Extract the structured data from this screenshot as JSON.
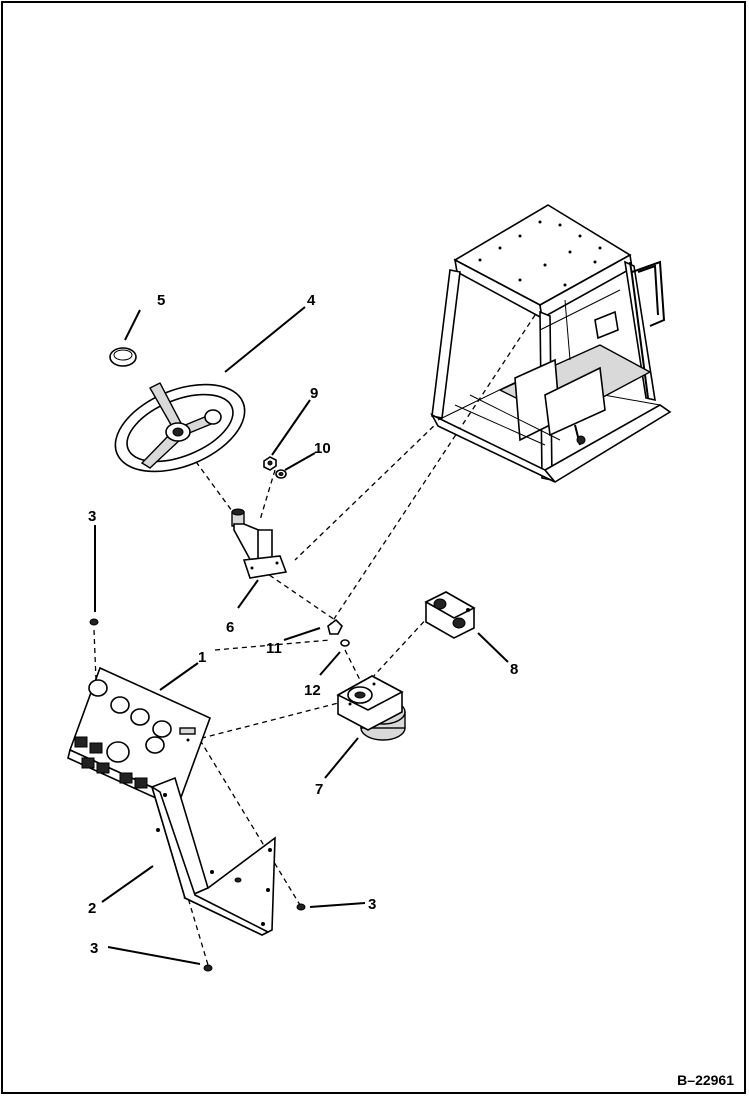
{
  "figure_number": "B–22961",
  "callouts": [
    {
      "id": "c1",
      "label": "1"
    },
    {
      "id": "c2",
      "label": "2"
    },
    {
      "id": "c3a",
      "label": "3"
    },
    {
      "id": "c3b",
      "label": "3"
    },
    {
      "id": "c3c",
      "label": "3"
    },
    {
      "id": "c4",
      "label": "4"
    },
    {
      "id": "c5",
      "label": "5"
    },
    {
      "id": "c6",
      "label": "6"
    },
    {
      "id": "c7",
      "label": "7"
    },
    {
      "id": "c8",
      "label": "8"
    },
    {
      "id": "c9",
      "label": "9"
    },
    {
      "id": "c10",
      "label": "10"
    },
    {
      "id": "c11",
      "label": "11"
    },
    {
      "id": "c12",
      "label": "12"
    }
  ]
}
